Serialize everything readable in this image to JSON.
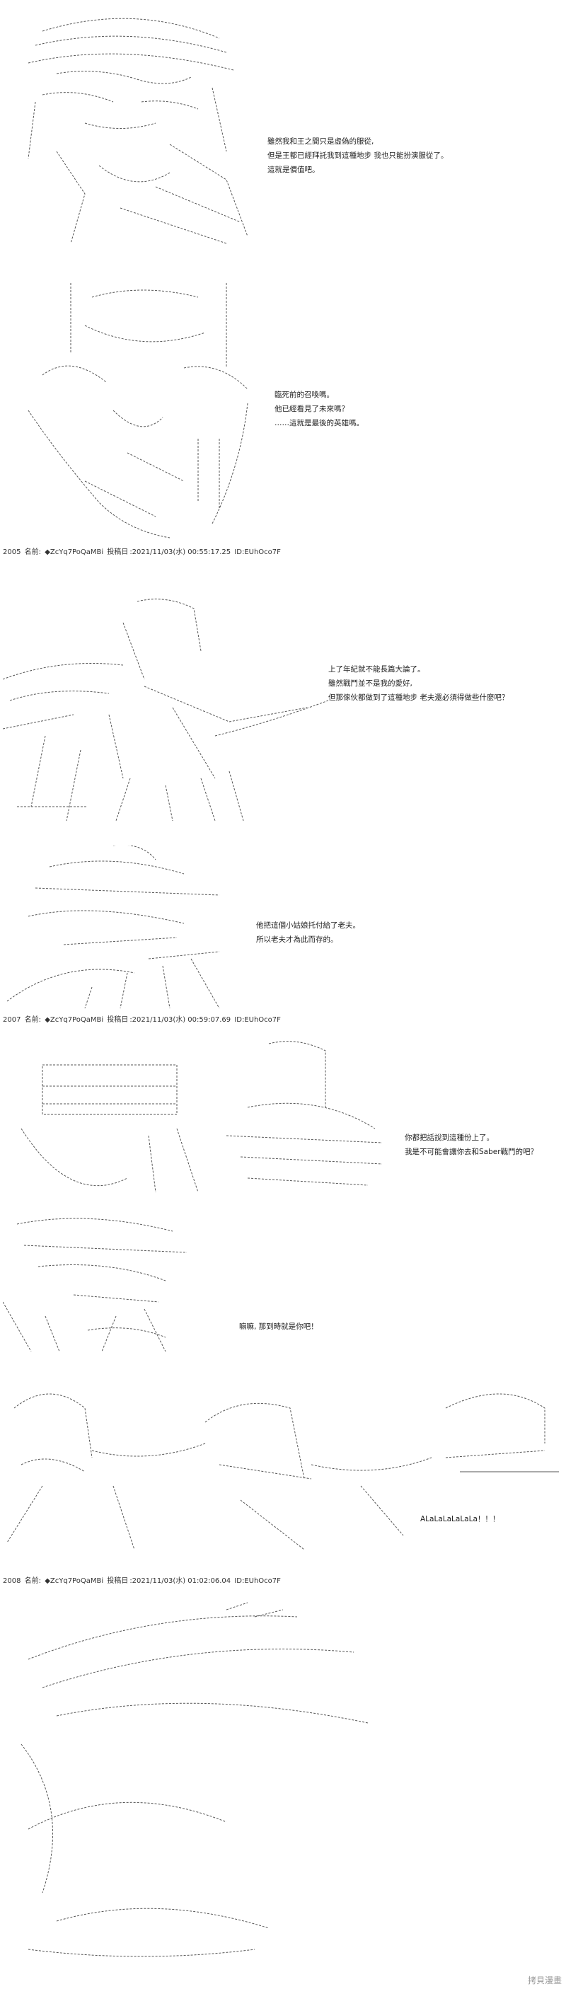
{
  "panels": [
    {
      "lines": [
        "雖然我和王之間只是虛偽的服從,",
        "但是王都已經拜託我到這種地步 我也只能扮演服從了。",
        "這就是價值吧。"
      ]
    },
    {
      "lines": [
        "臨死前的召喚嗎。",
        "他已經看見了未來嗎？",
        "……這就是最後的英雄嗎。"
      ]
    },
    {
      "lines": [
        "上了年紀就不能長篇大論了。",
        "雖然戰鬥並不是我的愛好,",
        "但那傢伙都做到了這種地步 老夫還必須得做些什麼吧？"
      ]
    },
    {
      "lines": [
        "他把這個小姑娘托付給了老夫。",
        "所以老夫才為此而存的。"
      ]
    },
    {
      "lines": [
        "你都把話說到這種份上了。",
        "我是不可能會讓你去和Saber戰鬥的吧？"
      ]
    },
    {
      "lines": [
        "嘛嘛, 那到時就是你吧！"
      ]
    },
    {
      "lines": [
        "ALaLaLaLaLaLa！！！"
      ]
    }
  ],
  "posts": [
    {
      "number": "2005",
      "name_label": "名前:",
      "trip": "◆ZcYq7PoQaMBi",
      "tag": "投稿日",
      "date": ":2021/11/03(水) 00:55:17.25",
      "id": "ID:EUhOco7F"
    },
    {
      "number": "2007",
      "name_label": "名前:",
      "trip": "◆ZcYq7PoQaMBi",
      "tag": "投稿日",
      "date": ":2021/11/03(水) 00:59:07.69",
      "id": "ID:EUhOco7F"
    },
    {
      "number": "2008",
      "name_label": "名前:",
      "trip": "◆ZcYq7PoQaMBi",
      "tag": "投稿日",
      "date": ":2021/11/03(水) 01:02:06.04",
      "id": "ID:EUhOco7F"
    }
  ],
  "watermark": "拷貝漫畫",
  "colors": {
    "text": "#222222",
    "art": "#555555",
    "background": "#ffffff"
  }
}
